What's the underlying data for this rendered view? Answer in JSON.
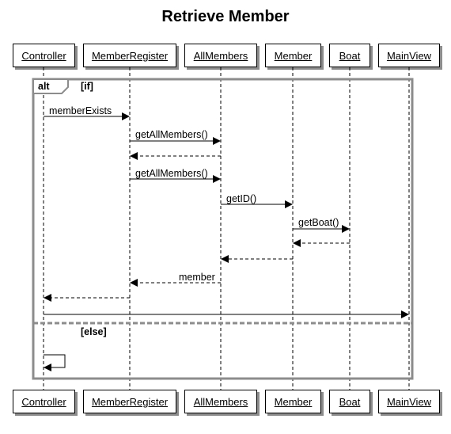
{
  "title": "Retrieve Member",
  "participants": [
    "Controller",
    "MemberRegister",
    "AllMembers",
    "Member",
    "Boat",
    "MainView"
  ],
  "fragment": {
    "operator": "alt",
    "if_guard": "[if]",
    "else_guard": "[else]"
  },
  "messages": [
    {
      "label": "memberExists",
      "from": "Controller",
      "to": "MemberRegister",
      "return": false
    },
    {
      "label": "getAllMembers()",
      "from": "MemberRegister",
      "to": "AllMembers",
      "return": false
    },
    {
      "label": "",
      "from": "AllMembers",
      "to": "MemberRegister",
      "return": true
    },
    {
      "label": "getAllMembers()",
      "from": "MemberRegister",
      "to": "AllMembers",
      "return": false
    },
    {
      "label": "getID()",
      "from": "AllMembers",
      "to": "Member",
      "return": false
    },
    {
      "label": "getBoat()",
      "from": "Member",
      "to": "Boat",
      "return": false
    },
    {
      "label": "",
      "from": "Boat",
      "to": "Member",
      "return": true
    },
    {
      "label": "",
      "from": "Member",
      "to": "AllMembers",
      "return": true
    },
    {
      "label": "member",
      "from": "AllMembers",
      "to": "MemberRegister",
      "return": true
    },
    {
      "label": "",
      "from": "MemberRegister",
      "to": "Controller",
      "return": true
    },
    {
      "label": "",
      "from": "Controller",
      "to": "MainView",
      "return": false
    },
    {
      "label": "",
      "from": "Controller",
      "to": "Controller",
      "return": false
    }
  ]
}
